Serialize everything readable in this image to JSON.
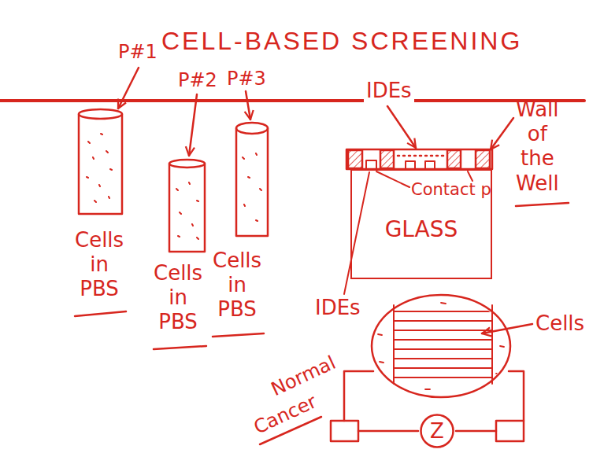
{
  "diagram": {
    "title": "CELL-BASED SCREENING",
    "nodes": [
      {
        "text": [
          "GLASS"
        ]
      },
      {
        "text": [
          "Z"
        ]
      }
    ],
    "labels": [
      "P#1",
      "P#2",
      "P#3",
      "Cells in PBS",
      "Cells in PBS",
      "Cells in PBS",
      "IDEs",
      "Wall of the Well",
      "Contact p",
      "IDEs",
      "Cells",
      "Normal",
      "Cancer"
    ]
  }
}
